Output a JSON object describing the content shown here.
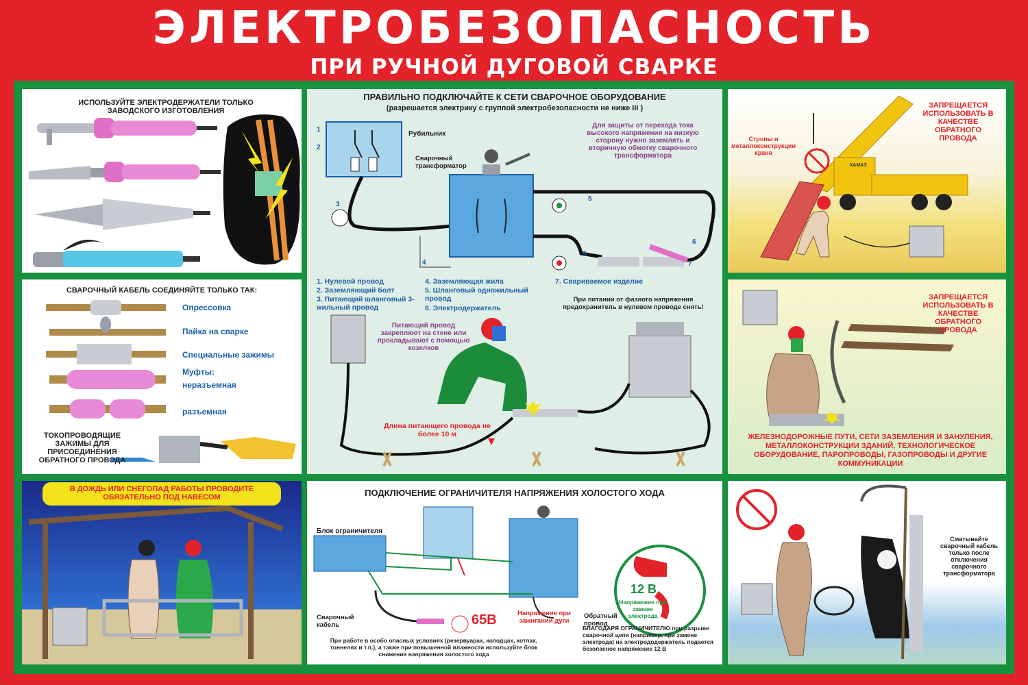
{
  "title": "ЭЛЕКТРОБЕЗОПАСНОСТЬ",
  "subtitle": "ПРИ РУЧНОЙ ДУГОВОЙ СВАРКЕ",
  "colors": {
    "background": "#e4222a",
    "frame": "#18913f",
    "accent_red": "#e4222a",
    "accent_blue": "#1b5fa8",
    "accent_purple": "#8a3f8a"
  },
  "p1": {
    "title": "ИСПОЛЬЗУЙТЕ ЭЛЕКТРОДЕРЖАТЕЛИ ТОЛЬКО ЗАВОДСКОГО ИЗГОТОВЛЕНИЯ"
  },
  "p2": {
    "title": "ПРАВИЛЬНО ПОДКЛЮЧАЙТЕ К СЕТИ СВАРОЧНОЕ ОБОРУДОВАНИЕ",
    "note": "(разрешается электрику с группой электробезопасности не ниже III )",
    "rubilnik": "Рубильник",
    "transformer": "Сварочный трансформатор",
    "protect_note": "Для защиты от перехода тока высокого напряжения на низкую сторону нужно заземлять и вторичную обмотку сварочного трансформатора",
    "nums": [
      "1",
      "2",
      "3",
      "4",
      "5",
      "5",
      "6",
      "7"
    ],
    "legend_left": [
      "1. Нулевой провод",
      "2. Заземляющий болт",
      "3. Питающий шланговый 3-жильный провод"
    ],
    "legend_mid": [
      "4. Заземляющая жила",
      "5. Шланговый одножильный провод",
      "6. Электродержатель"
    ],
    "legend_right": "7. Свариваемое изделие",
    "phase_note": "При питании от фазного напряжения предохранитель в нулевом проводе снять!",
    "wall_note": "Питающий провод закрепляют на стене или прокладывают с помощью козелков",
    "length_note": "Длина питающего провода не более 10 м"
  },
  "p3": {
    "label_cables": "Стропы и металлоконструкции крана",
    "warning": "ЗАПРЕЩАЕТСЯ ИСПОЛЬЗОВАТЬ В КАЧЕСТВЕ ОБРАТНОГО ПРОВОДА",
    "crane_brand": "КАМАЗ"
  },
  "p4": {
    "title": "СВАРОЧНЫЙ КАБЕЛЬ СОЕДИНЯЙТЕ ТОЛЬКО ТАК:",
    "methods": [
      "Опрессовка",
      "Пайка на сварке",
      "Специальные зажимы",
      "Муфты:",
      "неразъемная",
      "разъемная"
    ],
    "clamps": "ТОКОПРОВОДЯЩИЕ ЗАЖИМЫ ДЛЯ ПРИСОЕДИНЕНИЯ ОБРАТНОГО ПРОВОДА"
  },
  "p5": {
    "warning": "ЗАПРЕЩАЕТСЯ ИСПОЛЬЗОВАТЬ В КАЧЕСТВЕ ОБРАТНОГО ПРОВОДА",
    "list": "ЖЕЛЕЗНОДОРОЖНЫЕ ПУТИ, СЕТИ ЗАЗЕМЛЕНИЯ И ЗАНУЛЕНИЯ, МЕТАЛЛОКОНСТРУКЦИИ ЗДАНИЙ, ТЕХНОЛОГИЧЕСКОЕ ОБОРУДОВАНИЕ, ПАРОПРОВОДЫ, ГАЗОПРОВОДЫ И ДРУГИЕ КОММУНИКАЦИИ"
  },
  "p6": {
    "banner": "В ДОЖДЬ ИЛИ СНЕГОПАД РАБОТЫ ПРОВОДИТЕ ОБЯЗАТЕЛЬНО ПОД НАВЕСОМ"
  },
  "p7": {
    "title": "ПОДКЛЮЧЕНИЕ ОГРАНИЧИТЕЛЯ НАПРЯЖЕНИЯ ХОЛОСТОГО ХОДА",
    "block": "Блок ограничителя",
    "cable": "Сварочный кабель",
    "return_wire": "Обратный провод",
    "v65": "65В",
    "arc_note": "Напряжение при зажигании дуги",
    "v12": "12 В",
    "electrode_note": "Напряжение при замене электрода",
    "danger_note": "При работе в особо опасных условиях (резервуарах, колодцах, котлах, тоннелях и т.п.), а также при повышенной влажности используйте блок снижения напряжения холостого хода",
    "thanks_note": "БЛАГОДАРЯ ОГРАНИЧИТЕЛЮ при разрыве сварочной цепи (например, при замене электрода) на электрододержатель подается безопасное напряжение 12 В"
  },
  "p8": {
    "note": "Сматывайте сварочный кабель только после отключения сварочного трансформатора"
  }
}
